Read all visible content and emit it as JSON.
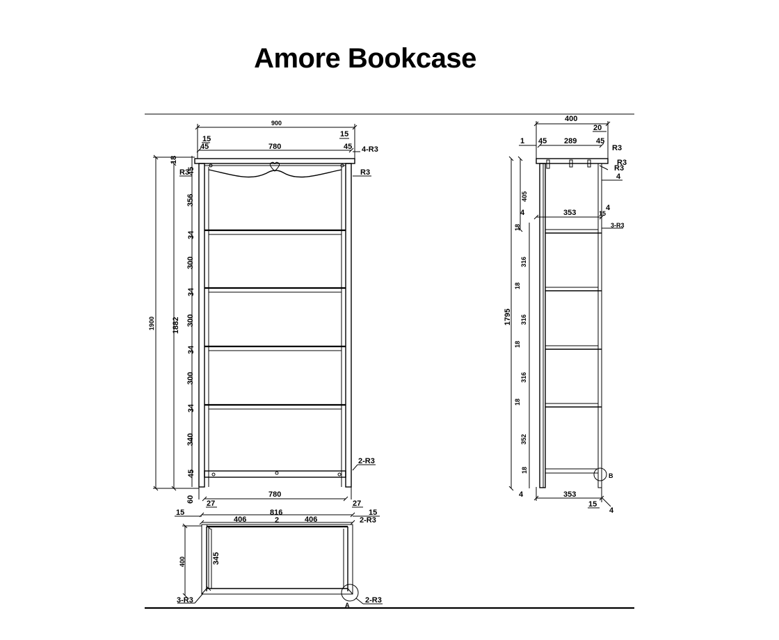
{
  "title": "Amore Bookcase",
  "front": {
    "width_overall": "900",
    "side_left": "15",
    "side_right": "15",
    "inset_left": "45",
    "inset_right": "45",
    "inner_width": "780",
    "top_radius_note": "4-R3",
    "corner_radius_left": "R3",
    "corner_radius_right": "R3",
    "top_edge": "18",
    "top_gap": "45",
    "height_overall": "1900",
    "height_inner": "1882",
    "shelf_gaps": [
      "356",
      "300",
      "300",
      "300",
      "340"
    ],
    "shelf_thickness": [
      "34",
      "34",
      "34",
      "34"
    ],
    "bottom_gap": "45",
    "plinth": "60",
    "bottom_radius_note": "2-R3",
    "bottom_width": "780"
  },
  "side": {
    "depth_overall": "400",
    "back_offset": "20",
    "front_edge": "1",
    "inset_left": "45",
    "inner_depth": "289",
    "inset_right": "45",
    "radius_notes": [
      "R3",
      "R3",
      "R3"
    ],
    "radius_note_3": "3-R3",
    "right_gap": "4",
    "top_gap_height": "405",
    "shelf_depth": "353",
    "shelf_left_gap": "4",
    "shelf_right_small": "15",
    "shelf_right_gap": "4",
    "height_overall": "1795",
    "shelf_thickness": [
      "18",
      "18",
      "18",
      "18",
      "18"
    ],
    "shelf_gaps": [
      "316",
      "316",
      "316",
      "352"
    ],
    "bottom_left_gap": "4",
    "bottom_depth": "353",
    "bottom_right_small": "15",
    "bottom_right_gap": "4",
    "detail_label": "B"
  },
  "plan": {
    "left_small": "15",
    "left_edge": "27",
    "right_edge": "27",
    "right_small": "15",
    "width_total": "816",
    "center_gap": "2",
    "half_left": "406",
    "half_right": "406",
    "radius_note_top": "2-R3",
    "depth_overall": "400",
    "depth_inner": "345",
    "radius_note_left": "3-R3",
    "radius_note_bottom": "2-R3",
    "detail_label": "A"
  }
}
